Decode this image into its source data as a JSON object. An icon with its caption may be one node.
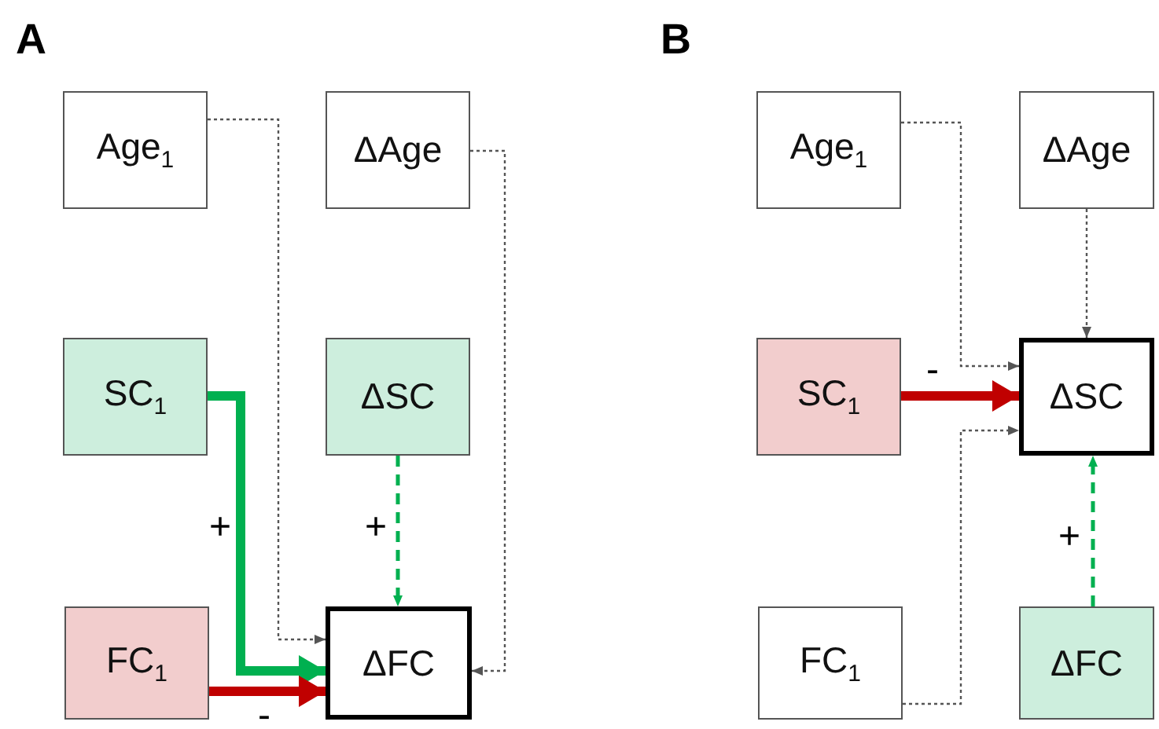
{
  "diagram": {
    "nodes": [
      {
        "text": [
          "Age$_{1}$"
        ]
      },
      {
        "text": [
          "ΔAge"
        ]
      },
      {
        "text": [
          "SC$_{1}$"
        ]
      },
      {
        "text": [
          "ΔSC"
        ]
      },
      {
        "text": [
          "FC$_{1}$"
        ]
      },
      {
        "text": [
          "ΔFC"
        ]
      },
      {
        "text": [
          "Age$_{1}$"
        ]
      },
      {
        "text": [
          "ΔAge"
        ]
      },
      {
        "text": [
          "SC$_{1}$"
        ]
      },
      {
        "text": [
          "ΔSC"
        ]
      },
      {
        "text": [
          "FC$_{1}$"
        ]
      },
      {
        "text": [
          "ΔFC"
        ]
      }
    ],
    "edges": [
      {
        "from": 0,
        "to": 5,
        "arrow": "to",
        "style": "dashed"
      },
      {
        "from": 1,
        "to": 5,
        "arrow": "to",
        "style": "dashed"
      },
      {
        "from": 2,
        "to": 5,
        "arrow": "to",
        "label": "+",
        "style": "thick",
        "color": "#00b050"
      },
      {
        "from": 3,
        "to": 5,
        "arrow": "to",
        "label": "+",
        "style": "dashed",
        "color": "#00b050"
      },
      {
        "from": 4,
        "to": 5,
        "arrow": "to",
        "label": "-",
        "style": "thick",
        "color": "#c00000"
      },
      {
        "from": 6,
        "to": 9,
        "arrow": "to",
        "style": "dashed"
      },
      {
        "from": 7,
        "to": 9,
        "arrow": "to",
        "style": "dashed"
      },
      {
        "from": 8,
        "to": 9,
        "arrow": "to",
        "label": "-",
        "style": "thick",
        "color": "#c00000"
      },
      {
        "from": 10,
        "to": 9,
        "arrow": "to",
        "style": "dashed"
      },
      {
        "from": 11,
        "to": 9,
        "arrow": "to",
        "label": "+",
        "style": "dashed",
        "color": "#00b050"
      }
    ],
    "labels": [
      "A",
      "B"
    ]
  }
}
